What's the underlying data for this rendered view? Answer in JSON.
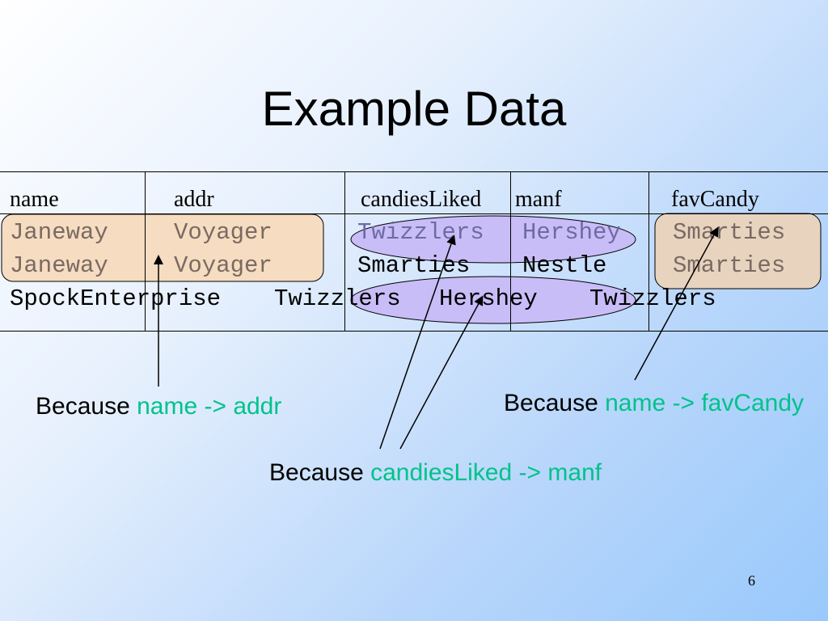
{
  "title": "Example Data",
  "table": {
    "headers": [
      "name",
      "addr",
      "candiesLiked",
      "manf",
      "favCandy"
    ],
    "rows": [
      [
        "Janeway",
        "Voyager",
        "Twizzlers",
        "Hershey",
        "Smarties"
      ],
      [
        "Janeway",
        "Voyager",
        "Smarties",
        "Nestle",
        "Smarties"
      ],
      [
        "SpockEnterprise",
        "Twizzlers",
        "Hershey",
        "Twizzlers"
      ]
    ]
  },
  "notes": [
    {
      "prefix": "Because ",
      "dependency": "name -> addr"
    },
    {
      "prefix": "Because ",
      "dependency": "candiesLiked -> manf"
    },
    {
      "prefix": "Because ",
      "dependency": "name -> favCandy"
    }
  ],
  "page_number": "6",
  "colors": {
    "highlight_orange": "#f6dcc0",
    "highlight_purple": "#c9bdf7",
    "highlight_tan": "#e8d3bf",
    "dependency_text": "#00c28a",
    "faded_text": "#7a6a63"
  }
}
